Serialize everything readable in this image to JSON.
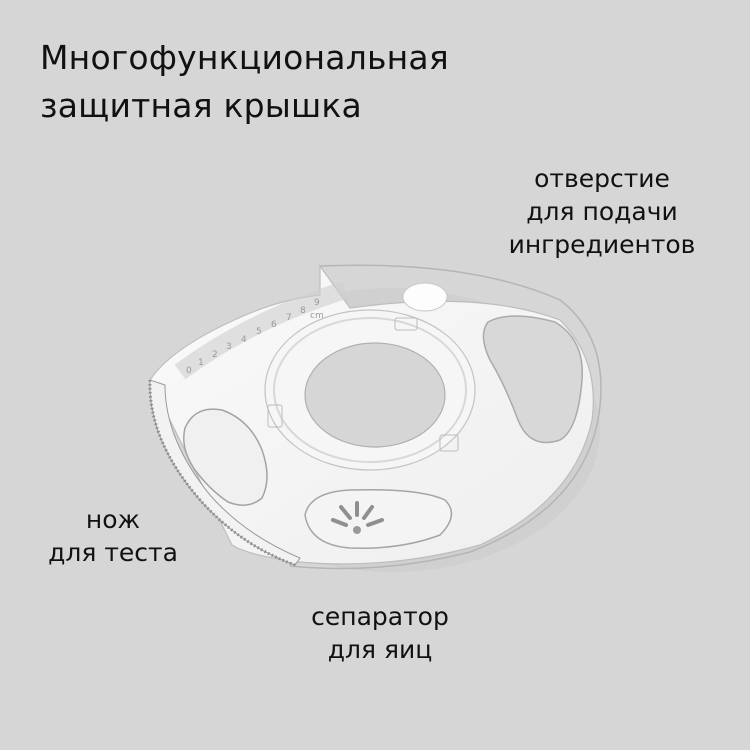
{
  "title": {
    "line1": "Многофункциональная",
    "line2": "защитная крышка"
  },
  "callouts": {
    "feed_opening": {
      "line1": "отверстие",
      "line2": "для подачи",
      "line3": "ингредиентов"
    },
    "dough_knife": {
      "line1": "нож",
      "line2": "для теста"
    },
    "egg_separator": {
      "line1": "сепаратор",
      "line2": "для яиц"
    }
  },
  "ruler": {
    "ticks": [
      "0",
      "1",
      "2",
      "3",
      "4",
      "5",
      "6",
      "7",
      "8",
      "9"
    ],
    "unit": "cm"
  },
  "colors": {
    "background": "#d6d6d6",
    "text": "#111111",
    "lid": "#f7f7f7",
    "lid_edge": "#b9b9b9"
  }
}
